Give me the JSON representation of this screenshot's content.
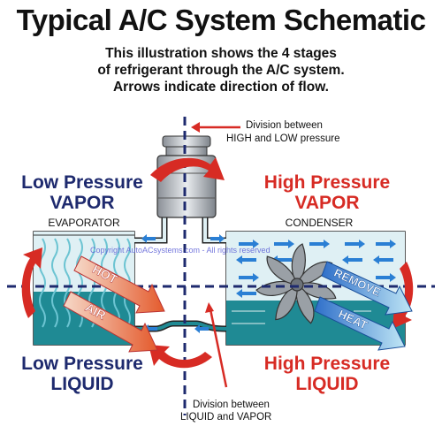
{
  "title": "Typical A/C System Schematic",
  "subtitle_lines": [
    "This illustration shows the 4 stages",
    "of refrigerant through the A/C system.",
    "Arrows indicate direction of flow."
  ],
  "division_top": [
    "Division between",
    "HIGH and LOW pressure"
  ],
  "division_bottom": [
    "Division between",
    "LIQUID and VAPOR"
  ],
  "quadrants": {
    "low_vapor": [
      "Low Pressure",
      "VAPOR"
    ],
    "high_vapor": [
      "High Pressure",
      "VAPOR"
    ],
    "low_liquid": [
      "Low Pressure",
      "LIQUID"
    ],
    "high_liquid": [
      "High Pressure",
      "LIQUID"
    ]
  },
  "components": {
    "evaporator": "EVAPORATOR",
    "condenser": "CONDENSER"
  },
  "arrow_labels": {
    "hot": "HOT",
    "air": "AIR",
    "remove": "REMOVE",
    "heat": "HEAT"
  },
  "watermark": "Copyright AutoACsystems.com - All rights reserved",
  "colors": {
    "navy": "#1e2a6e",
    "red": "#d72b24",
    "liquid_teal": "#1f8a94",
    "vapor_light": "#d9eef3",
    "flow_blue": "#2a7fd4"
  }
}
